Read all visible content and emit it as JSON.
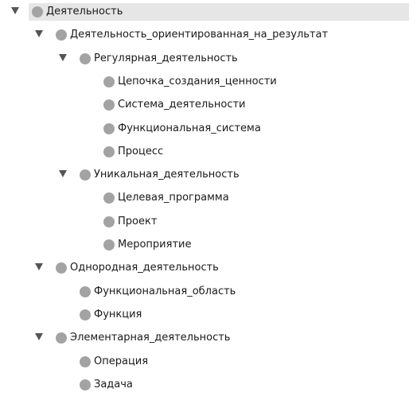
{
  "tree": {
    "nodes": [
      {
        "label": "Деятельность",
        "level": 0,
        "expanded": true,
        "selected": true
      },
      {
        "label": "Деятельность_ориентированная_на_результат",
        "level": 1,
        "expanded": true
      },
      {
        "label": "Регулярная_деятельность",
        "level": 2,
        "expanded": true
      },
      {
        "label": "Цепочка_создания_ценности",
        "level": 3
      },
      {
        "label": "Система_деятельности",
        "level": 3
      },
      {
        "label": "Функциональная_система",
        "level": 3
      },
      {
        "label": "Процесс",
        "level": 3
      },
      {
        "label": "Уникальная_деятельность",
        "level": 2,
        "expanded": true
      },
      {
        "label": "Целевая_программа",
        "level": 3
      },
      {
        "label": "Проект",
        "level": 3
      },
      {
        "label": "Мероприятие",
        "level": 3
      },
      {
        "label": "Однородная_деятельность",
        "level": 1,
        "expanded": true
      },
      {
        "label": "Функциональная_область",
        "level": 2
      },
      {
        "label": "Функция",
        "level": 2
      },
      {
        "label": "Элементарная_деятельность",
        "level": 1,
        "expanded": true
      },
      {
        "label": "Операция",
        "level": 2
      },
      {
        "label": "Задача",
        "level": 2
      }
    ],
    "node_icon_color": "#a3a3a3",
    "toggle_icon": "triangle-down-icon",
    "node_icon": "circle-node-icon",
    "selection_color": "#e6e6e6"
  }
}
